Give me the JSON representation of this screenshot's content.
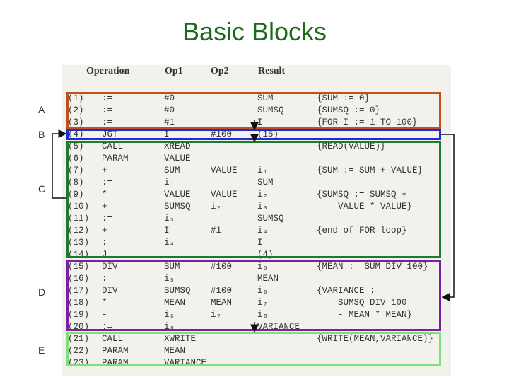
{
  "title": "Basic Blocks",
  "headers": {
    "operation": "Operation",
    "op1": "Op1",
    "op2": "Op2",
    "result": "Result"
  },
  "rows": [
    {
      "num": "(1)",
      "op": ":=",
      "op1": "#0",
      "op2": "",
      "res": "SUM",
      "com": "{SUM := 0}"
    },
    {
      "num": "(2)",
      "op": ":=",
      "op1": "#0",
      "op2": "",
      "res": "SUMSQ",
      "com": "{SUMSQ := 0}"
    },
    {
      "num": "(3)",
      "op": ":=",
      "op1": "#1",
      "op2": "",
      "res": "I",
      "com": "{FOR I := 1 TO 100}"
    },
    {
      "num": "(4)",
      "op": "JGT",
      "op1": "I",
      "op2": "#100",
      "res": "(15)",
      "com": ""
    },
    {
      "num": "(5)",
      "op": "CALL",
      "op1": "XREAD",
      "op2": "",
      "res": "",
      "com": "{READ(VALUE)}"
    },
    {
      "num": "(6)",
      "op": "PARAM",
      "op1": "VALUE",
      "op2": "",
      "res": "",
      "com": ""
    },
    {
      "num": "(7)",
      "op": "+",
      "op1": "SUM",
      "op2": "VALUE",
      "res": "i₁",
      "com": "{SUM := SUM + VALUE}"
    },
    {
      "num": "(8)",
      "op": ":=",
      "op1": "i₁",
      "op2": "",
      "res": "SUM",
      "com": ""
    },
    {
      "num": "(9)",
      "op": "*",
      "op1": "VALUE",
      "op2": "VALUE",
      "res": "i₂",
      "com": "{SUMSQ := SUMSQ +"
    },
    {
      "num": "(10)",
      "op": "+",
      "op1": "SUMSQ",
      "op2": "i₂",
      "res": "i₃",
      "com": "    VALUE * VALUE}"
    },
    {
      "num": "(11)",
      "op": ":=",
      "op1": "i₃",
      "op2": "",
      "res": "SUMSQ",
      "com": ""
    },
    {
      "num": "(12)",
      "op": "+",
      "op1": "I",
      "op2": "#1",
      "res": "i₄",
      "com": "{end of FOR loop}"
    },
    {
      "num": "(13)",
      "op": ":=",
      "op1": "i₄",
      "op2": "",
      "res": "I",
      "com": ""
    },
    {
      "num": "(14)",
      "op": "J",
      "op1": "",
      "op2": "",
      "res": "(4)",
      "com": ""
    },
    {
      "num": "(15)",
      "op": "DIV",
      "op1": "SUM",
      "op2": "#100",
      "res": "i₅",
      "com": "{MEAN := SUM DIV 100}"
    },
    {
      "num": "(16)",
      "op": ":=",
      "op1": "i₅",
      "op2": "",
      "res": "MEAN",
      "com": ""
    },
    {
      "num": "(17)",
      "op": "DIV",
      "op1": "SUMSQ",
      "op2": "#100",
      "res": "i₆",
      "com": "{VARIANCE :="
    },
    {
      "num": "(18)",
      "op": "*",
      "op1": "MEAN",
      "op2": "MEAN",
      "res": "i₇",
      "com": "    SUMSQ DIV 100"
    },
    {
      "num": "(19)",
      "op": "-",
      "op1": "i₆",
      "op2": "i₇",
      "res": "i₈",
      "com": "    - MEAN * MEAN}"
    },
    {
      "num": "(20)",
      "op": ":=",
      "op1": "i₈",
      "op2": "",
      "res": "VARIANCE",
      "com": ""
    },
    {
      "num": "(21)",
      "op": "CALL",
      "op1": "XWRITE",
      "op2": "",
      "res": "",
      "com": "{WRITE(MEAN,VARIANCE)}"
    },
    {
      "num": "(22)",
      "op": "PARAM",
      "op1": "MEAN",
      "op2": "",
      "res": "",
      "com": ""
    },
    {
      "num": "(23)",
      "op": "PARAM",
      "op1": "VARIANCE",
      "op2": "",
      "res": "",
      "com": ""
    }
  ],
  "blocks": [
    {
      "label": "A",
      "color": "#c0501e"
    },
    {
      "label": "B",
      "color": "#1f2bd6"
    },
    {
      "label": "C",
      "color": "#1e7b2e"
    },
    {
      "label": "D",
      "color": "#7a1fa0"
    },
    {
      "label": "E",
      "color": "#7ee07a"
    }
  ]
}
